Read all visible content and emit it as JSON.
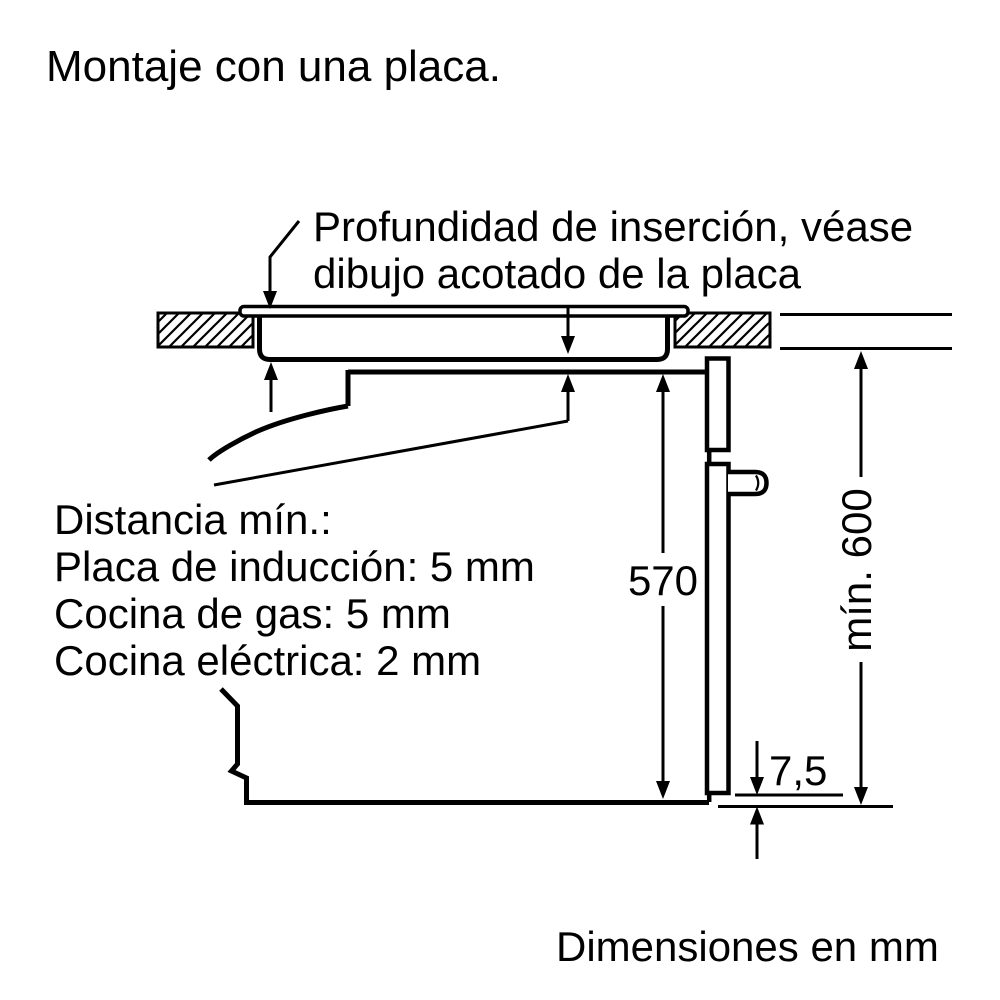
{
  "title": "Montaje con una placa.",
  "annotations": {
    "insertion_depth": {
      "line1": "Profundidad de inserción, véase",
      "line2": "dibujo acotado de la placa"
    },
    "min_distance": {
      "heading": "Distancia mín.:",
      "item1": "Placa de inducción: 5 mm",
      "item2": "Cocina de gas: 5 mm",
      "item3": "Cocina eléctrica: 2 mm"
    }
  },
  "dimensions": {
    "oven_height_mm": "570",
    "niche_height_min": "mín. 600",
    "door_overhang_mm": "7,5"
  },
  "footer": "Dimensiones en mm",
  "colors": {
    "line": "#000000",
    "background": "#ffffff"
  }
}
